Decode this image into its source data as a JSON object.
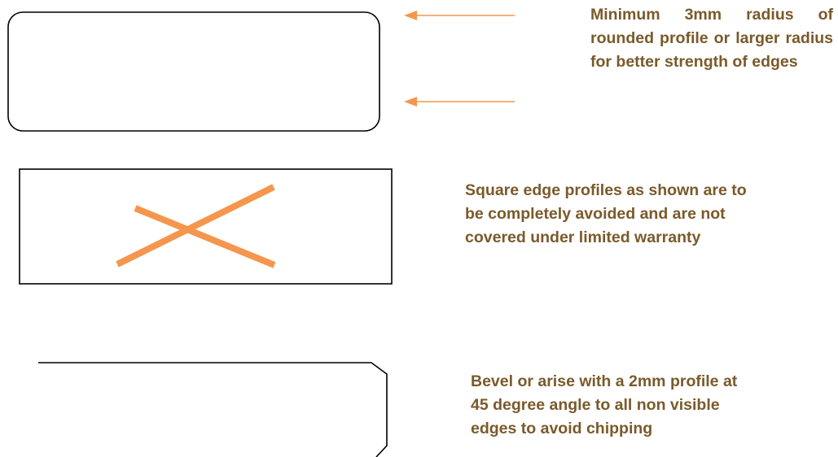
{
  "colors": {
    "text": "#7a5a2a",
    "accent": "#f5964e",
    "outline": "#000000"
  },
  "notes": {
    "rounded_profile": "Minimum 3mm radius of rounded profile or larger radius for better strength of edges",
    "square_profile": "Square edge profiles as shown are to\nbe completely avoided and are not\ncovered under limited warranty",
    "bevel_profile": "Bevel or arise with a 2mm profile at\n45 degree angle to all non visible\nedges to avoid chipping"
  },
  "icons": {
    "arrows": "arrow-left-icon",
    "reject_mark": "cross-mark-icon"
  }
}
